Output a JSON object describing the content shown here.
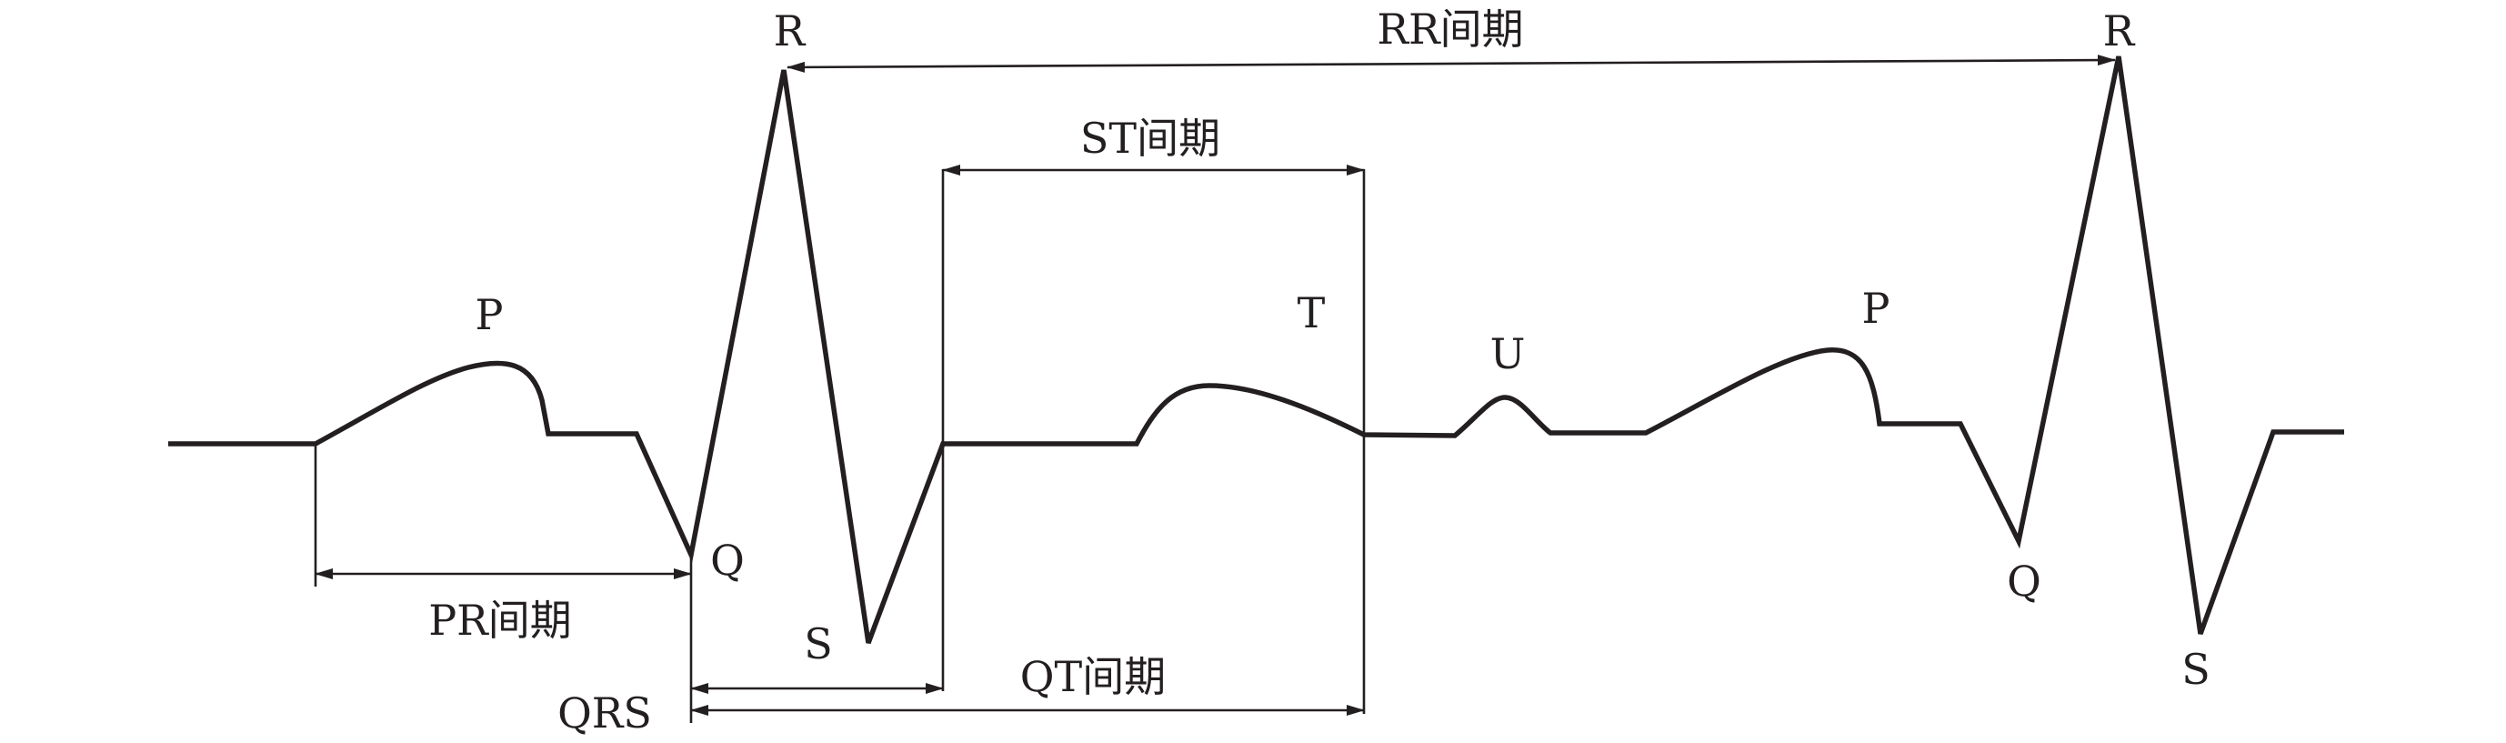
{
  "waves": {
    "p1": "P",
    "q1": "Q",
    "r1": "R",
    "s1": "S",
    "t": "T",
    "u": "U",
    "p2": "P",
    "q2": "Q",
    "r2": "R",
    "s2": "S"
  },
  "intervals": {
    "rr": "RR间期",
    "st": "ST间期",
    "pr": "PR间期",
    "qt": "QT间期",
    "qrs": "QRS"
  },
  "colors": {
    "ink": "#231f20",
    "background": "#ffffff"
  }
}
